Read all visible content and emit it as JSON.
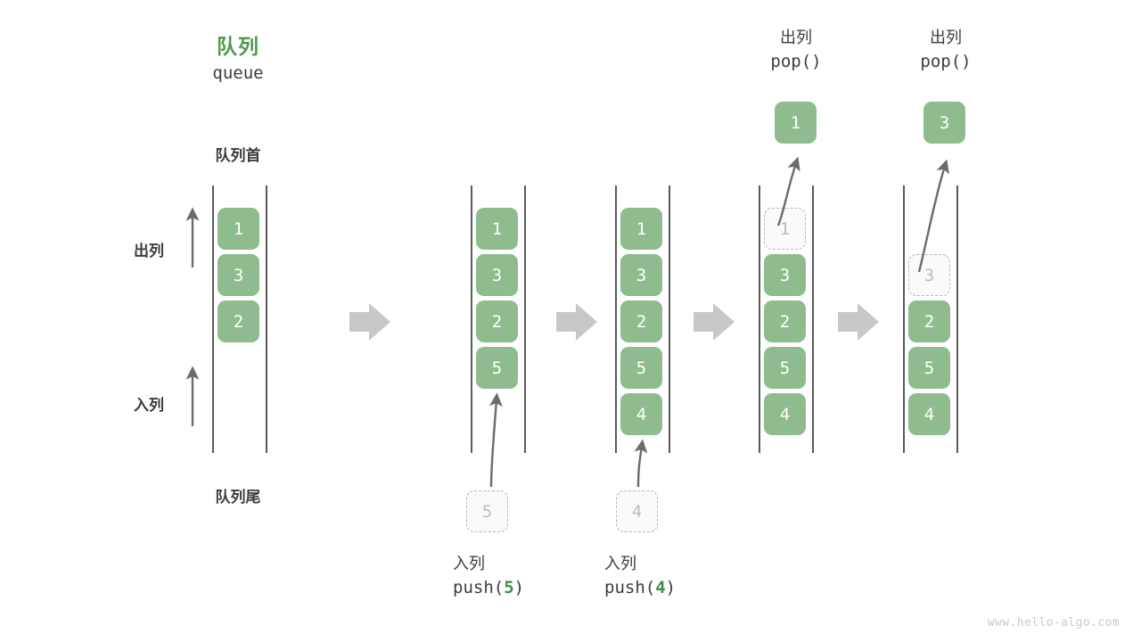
{
  "title": {
    "cn": "队列",
    "en": "queue"
  },
  "labels": {
    "head": "队列首",
    "tail": "队列尾",
    "dequeue": "出列",
    "enqueue": "入列"
  },
  "watermark": "www.hello-algo.com",
  "colors": {
    "accent_green": "#4e9a51",
    "cell_green": "#8fbc8f",
    "rail_gray": "#5a5a5a",
    "ghost_border": "#b9b9b9",
    "ghost_text": "#bdbdbd",
    "flow_arrow": "#c8c8c8",
    "text": "#3c3c3c",
    "watermark": "#c9c9c9"
  },
  "columns": [
    {
      "name": "initial-queue",
      "cells": [
        "1",
        "3",
        "2"
      ],
      "ghost_index": null
    },
    {
      "name": "after-push-5",
      "cells": [
        "1",
        "3",
        "2",
        "5"
      ],
      "ghost_index": null
    },
    {
      "name": "after-push-4",
      "cells": [
        "1",
        "3",
        "2",
        "5",
        "4"
      ],
      "ghost_index": null
    },
    {
      "name": "pop-1",
      "cells": [
        "1",
        "3",
        "2",
        "5",
        "4"
      ],
      "ghost_index": 0
    },
    {
      "name": "pop-3",
      "cells": [
        "3",
        "2",
        "5",
        "4"
      ],
      "ghost_index": 0
    }
  ],
  "operations": {
    "push_5": {
      "cn": "入列",
      "code_prefix": "push(",
      "arg": "5",
      "code_suffix": ")",
      "ghost_value": "5"
    },
    "push_4": {
      "cn": "入列",
      "code_prefix": "push(",
      "arg": "4",
      "code_suffix": ")",
      "ghost_value": "4"
    },
    "pop_1": {
      "cn": "出列",
      "code_prefix": "pop(",
      "arg": "",
      "code_suffix": ")",
      "popped_value": "1"
    },
    "pop_3": {
      "cn": "出列",
      "code_prefix": "pop(",
      "arg": "",
      "code_suffix": ")",
      "popped_value": "3"
    }
  }
}
